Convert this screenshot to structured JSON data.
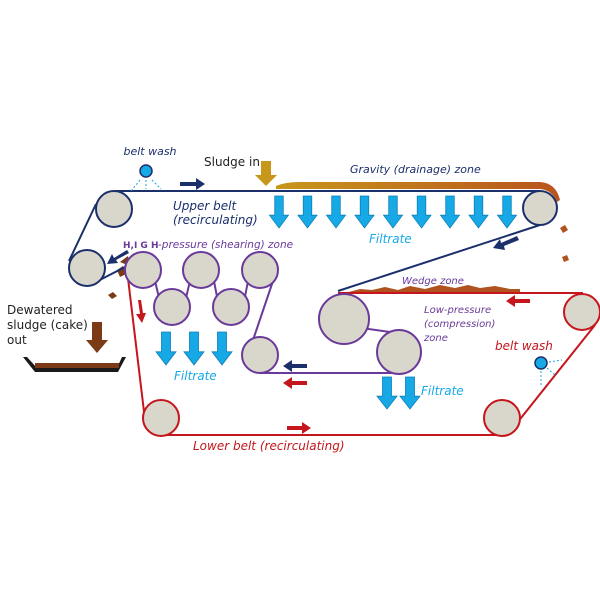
{
  "colors": {
    "upper_belt": "#1b2f6b",
    "lower_belt": "#c4161c",
    "pressure_belt": "#6a3a9a",
    "roller_fill": "#d9d7cc",
    "filtrate": "#16a9e6",
    "sludge_feed": "#c8961a",
    "sludge_cake": "#7a3b16",
    "text_dark": "#222222"
  },
  "labels": {
    "belt_wash_top": "belt wash",
    "sludge_in": "Sludge in",
    "gravity_zone": "Gravity (drainage) zone",
    "upper_belt_line1": "Upper belt",
    "upper_belt_line2": "(recirculating)",
    "high_pressure_prefix": "H,I G H",
    "high_pressure_rest": "-pressure (shearing) zone",
    "filtrate_top": "Filtrate",
    "wedge_zone": "Wedge zone",
    "low_pressure_line1": "Low-pressure",
    "low_pressure_line2": "(compression)",
    "low_pressure_line3": "zone",
    "belt_wash_right": "belt wash",
    "dewatered_line1": "Dewatered",
    "dewatered_line2": "sludge (cake)",
    "dewatered_line3": "out",
    "filtrate_left": "Filtrate",
    "filtrate_right": "Filtrate",
    "lower_belt": "Lower belt (recirculating)"
  }
}
